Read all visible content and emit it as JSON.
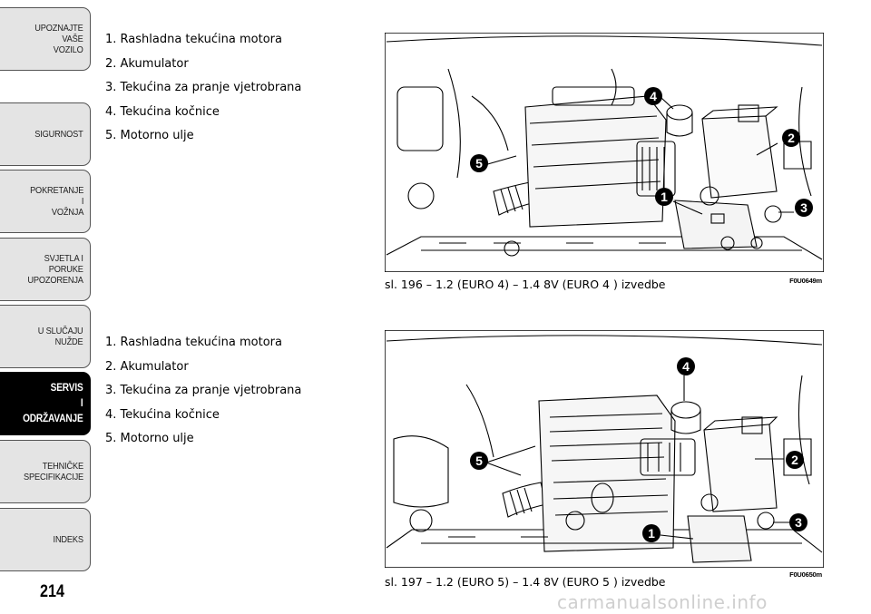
{
  "nav": {
    "tabs": [
      {
        "label": "UPOZNAJTE\nVAŠE\nVOZILO"
      },
      {
        "label": "SIGURNOST"
      },
      {
        "label": "POKRETANJE\nI\nVOŽNJA"
      },
      {
        "label": "SVJETLA I\nPORUKE\nUPOZORENJA"
      },
      {
        "label": "U SLUČAJU\nNUŽDE"
      },
      {
        "label": "SERVIS\nI\nODRŽAVANJE",
        "active": true
      },
      {
        "label": "TEHNIČKE\nSPECIFIKACIJE"
      },
      {
        "label": "INDEKS"
      }
    ]
  },
  "page_number": "214",
  "sections": [
    {
      "legend": [
        "1. Rashladna tekućina motora",
        "2. Akumulator",
        "3. Tekućina za pranje vjetrobrana",
        "4. Tekućina kočnice",
        "5. Motorno ulje"
      ],
      "caption": "sl. 196 – 1.2 (EURO 4) – 1.4 8V (EURO 4 ) izvedbe",
      "code": "F0U0649m",
      "callouts": [
        "1",
        "2",
        "3",
        "4",
        "5"
      ]
    },
    {
      "legend": [
        "1. Rashladna tekućina motora",
        "2. Akumulator",
        "3. Tekućina za pranje vjetrobrana",
        "4. Tekućina kočnice",
        "5. Motorno ulje"
      ],
      "caption": "sl. 197 – 1.2 (EURO 5) – 1.4 8V (EURO 5 ) izvedbe",
      "code": "F0U0650m",
      "callouts": [
        "1",
        "2",
        "3",
        "4",
        "5"
      ]
    }
  ],
  "watermark": "carmanualsonline.info"
}
